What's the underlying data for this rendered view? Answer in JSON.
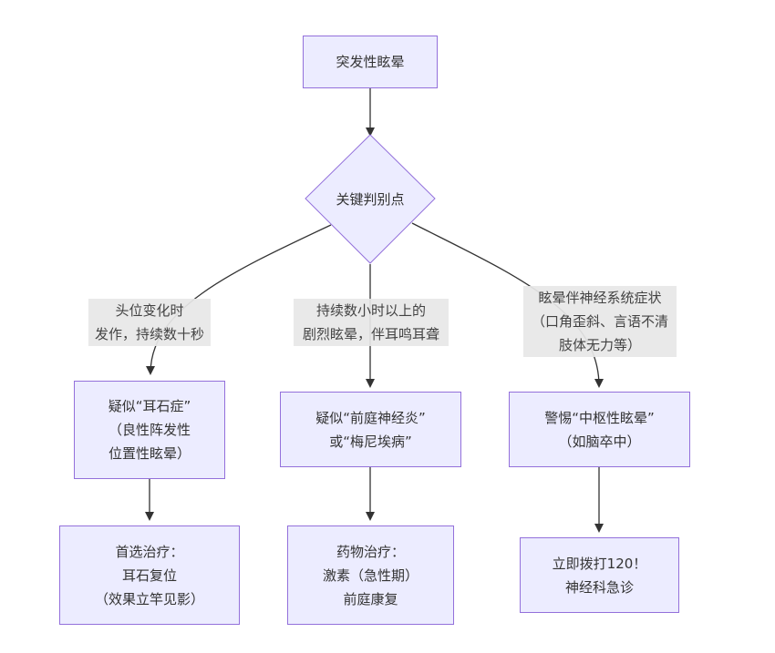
{
  "diagram": {
    "type": "flowchart",
    "colors": {
      "node_fill": "#ececff",
      "node_border": "#9370db",
      "edge": "#333333",
      "label_bg": "#e8e8e8",
      "text": "#333333"
    },
    "start": {
      "lines": [
        "突发性眩晕"
      ]
    },
    "decision": {
      "lines": [
        "关键判别点"
      ]
    },
    "branches": [
      {
        "condition": [
          "头位变化时",
          "发作，持续数十秒"
        ],
        "diagnosis": [
          "疑似“耳石症”",
          "（良性阵发性",
          "位置性眩晕）"
        ],
        "action": [
          "首选治疗：",
          "耳石复位",
          "（效果立竿见影）"
        ]
      },
      {
        "condition": [
          "持续数小时以上的",
          "剧烈眩晕，伴耳鸣耳聋"
        ],
        "diagnosis": [
          "疑似“前庭神经炎”",
          "或“梅尼埃病”"
        ],
        "action": [
          "药物治疗：",
          "激素（急性期）",
          "前庭康复"
        ]
      },
      {
        "condition": [
          "眩晕伴神经系统症状",
          "（口角歪斜、言语不清",
          "肢体无力等）"
        ],
        "diagnosis": [
          "警惕“中枢性眩晕”",
          "（如脑卒中）"
        ],
        "action": [
          "立即拨打120！",
          "神经科急诊"
        ]
      }
    ]
  }
}
